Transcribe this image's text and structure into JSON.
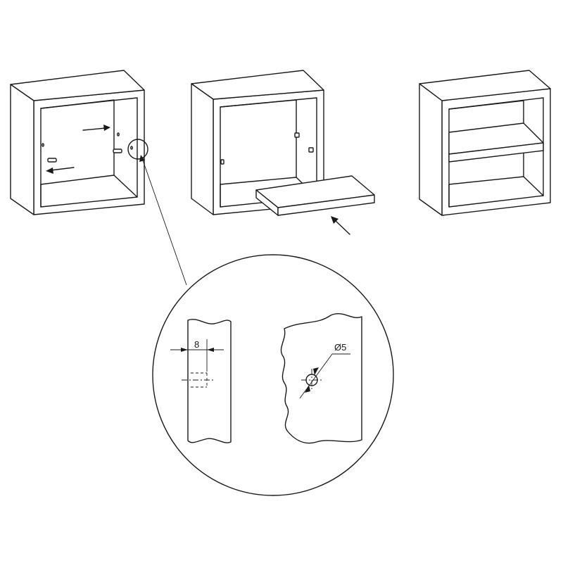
{
  "diagram": {
    "steps": [
      {
        "name": "insert-shelf-pins"
      },
      {
        "name": "slide-in-shelf"
      },
      {
        "name": "assembled-cabinet"
      }
    ],
    "detail": {
      "drill_depth_label": "8",
      "hole_diameter_label": "Ø5"
    },
    "colors": {
      "line": "#1a1a1a",
      "background": "#ffffff"
    }
  }
}
